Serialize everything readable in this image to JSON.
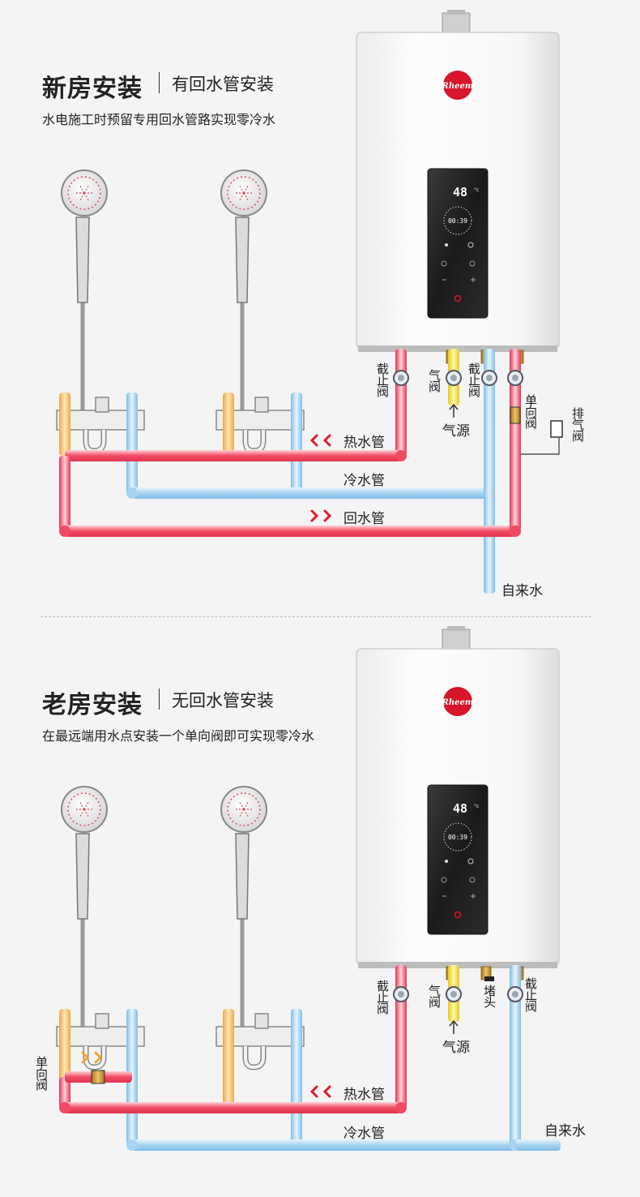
{
  "sections": [
    {
      "title": "新房安装",
      "subtitle": "有回水管安装",
      "description": "水电施工时预留专用回水管路实现零冷水",
      "labels": {
        "hot_pipe": "热水管",
        "cold_pipe": "冷水管",
        "return_pipe": "回水管",
        "tap_water": "自来水",
        "gas_source": "气源",
        "shutoff_valve_left": "截止阀",
        "gas_valve": "气阀",
        "shutoff_valve_right": "截止阀",
        "check_valve": "单向阀",
        "vent_valve": "排气阀"
      }
    },
    {
      "title": "老房安装",
      "subtitle": "无回水管安装",
      "description": "在最远端用水点安装一个单向阀即可实现零冷水",
      "labels": {
        "hot_pipe": "热水管",
        "cold_pipe": "冷水管",
        "tap_water": "自来水",
        "gas_source": "气源",
        "shutoff_valve_left": "截止阀",
        "gas_valve": "气阀",
        "plug": "堵头",
        "shutoff_valve_right": "截止阀",
        "check_valve": "单向阀"
      }
    }
  ],
  "heater": {
    "brand": "Rheem",
    "temperature": "48",
    "temp_unit": "°c",
    "time": "00:39"
  },
  "colors": {
    "hot": "#f04a62",
    "cold": "#a6d4f2",
    "warm": "#f7c06a",
    "gas": "#eedc3a",
    "brand_red": "#d8152b",
    "accent_arrow": "#e01b2f"
  }
}
